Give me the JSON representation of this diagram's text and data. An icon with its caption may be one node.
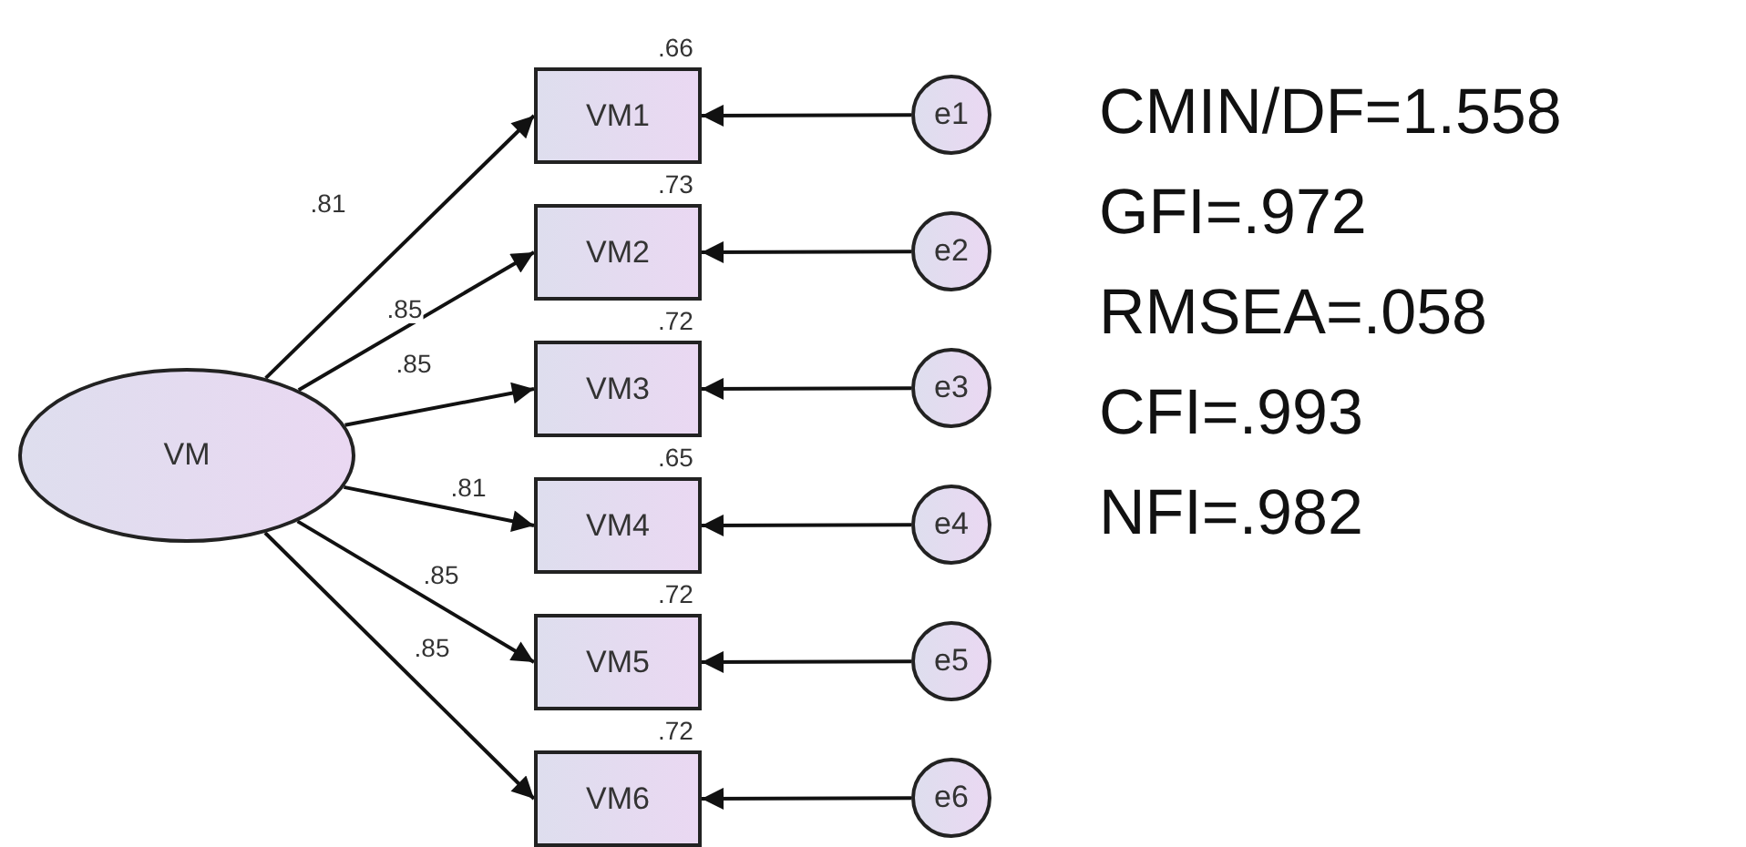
{
  "diagram": {
    "nodes": [
      {
        "text": [
          "VM"
        ]
      },
      {
        "text": [
          "VM1"
        ],
        "beside": [
          ".66"
        ]
      },
      {
        "text": [
          "VM2"
        ],
        "beside": [
          ".73"
        ]
      },
      {
        "text": [
          "VM3"
        ],
        "beside": [
          ".72"
        ]
      },
      {
        "text": [
          "VM4"
        ],
        "beside": [
          ".65"
        ]
      },
      {
        "text": [
          "VM5"
        ],
        "beside": [
          ".72"
        ]
      },
      {
        "text": [
          "VM6"
        ],
        "beside": [
          ".72"
        ]
      },
      {
        "text": [
          "e1"
        ]
      },
      {
        "text": [
          "e2"
        ]
      },
      {
        "text": [
          "e3"
        ]
      },
      {
        "text": [
          "e4"
        ]
      },
      {
        "text": [
          "e5"
        ]
      },
      {
        "text": [
          "e6"
        ]
      }
    ],
    "edges": [
      {
        "from": 0,
        "to": 1,
        "arrow": "to",
        "label": ".81"
      },
      {
        "from": 0,
        "to": 2,
        "arrow": "to",
        "label": ".85"
      },
      {
        "from": 0,
        "to": 3,
        "arrow": "to",
        "label": ".85"
      },
      {
        "from": 0,
        "to": 4,
        "arrow": "to",
        "label": ".81"
      },
      {
        "from": 0,
        "to": 5,
        "arrow": "to",
        "label": ".85"
      },
      {
        "from": 0,
        "to": 6,
        "arrow": "to",
        "label": ".85"
      },
      {
        "from": 7,
        "to": 1,
        "arrow": "to"
      },
      {
        "from": 8,
        "to": 2,
        "arrow": "to"
      },
      {
        "from": 9,
        "to": 3,
        "arrow": "to"
      },
      {
        "from": 10,
        "to": 4,
        "arrow": "to"
      },
      {
        "from": 11,
        "to": 5,
        "arrow": "to"
      },
      {
        "from": 12,
        "to": 6,
        "arrow": "to"
      }
    ],
    "labels": [
      "CMIN/DF=1.558",
      "GFI=.972",
      "RMSEA=.058",
      "CFI=.993",
      "NFI=.982"
    ]
  }
}
